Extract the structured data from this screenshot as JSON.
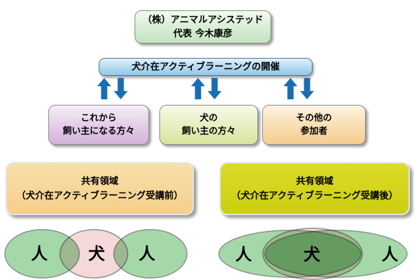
{
  "colors": {
    "arrow_blue": "#1a6db5",
    "venn_green": "#a5d8a8",
    "venn_pink": "#f4d8da",
    "venn_stroke": "#8b8b8b"
  },
  "org_box": {
    "line1": "（株）アニマルアシステッド",
    "line2": "代表 今木康彦"
  },
  "event_box": {
    "label": "犬介在アクティブラーニングの開催"
  },
  "participant_boxes": [
    {
      "line1": "これから",
      "line2": "飼い主になる方々"
    },
    {
      "line1": "犬の",
      "line2": "飼い主の方々"
    },
    {
      "line1": "その他の",
      "line2": "参加者"
    }
  ],
  "shared_boxes": [
    {
      "line1": "共有領域",
      "line2": "（犬介在アクティブラーニング受講前）"
    },
    {
      "line1": "共有領域",
      "line2": "（犬介在アクティブラーニング受講後）"
    }
  ],
  "venn_before": {
    "left": "人",
    "center": "犬",
    "right": "人"
  },
  "venn_after": {
    "left": "人",
    "center": "犬",
    "right": "人"
  }
}
